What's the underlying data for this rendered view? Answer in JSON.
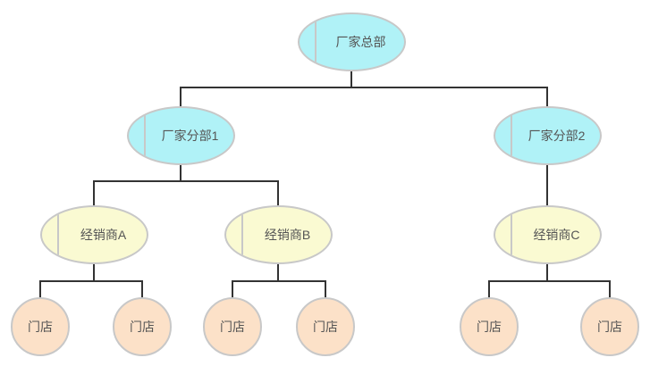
{
  "diagram": {
    "type": "org-tree",
    "colors": {
      "background": "#ffffff",
      "node_border": "#c8c8c8",
      "divider": "#c8c8c8",
      "connector": "#333333",
      "text": "#555555",
      "headquarters_fill": "#b0f2f7",
      "dealer_fill": "#fafad2",
      "store_fill": "#fce1c8"
    },
    "nodes": [
      {
        "id": "hq",
        "label": "厂家总部",
        "type": "headquarters",
        "shape": "ellipse",
        "fill": "#b0f2f7"
      },
      {
        "id": "branch1",
        "label": "厂家分部1",
        "type": "branch",
        "shape": "ellipse",
        "fill": "#b0f2f7"
      },
      {
        "id": "branch2",
        "label": "厂家分部2",
        "type": "branch",
        "shape": "ellipse",
        "fill": "#b0f2f7"
      },
      {
        "id": "dealerA",
        "label": "经销商A",
        "type": "dealer",
        "shape": "ellipse",
        "fill": "#fafad2"
      },
      {
        "id": "dealerB",
        "label": "经销商B",
        "type": "dealer",
        "shape": "ellipse",
        "fill": "#fafad2"
      },
      {
        "id": "dealerC",
        "label": "经销商C",
        "type": "dealer",
        "shape": "ellipse",
        "fill": "#fafad2"
      },
      {
        "id": "store1",
        "label": "门店",
        "type": "store",
        "shape": "circle",
        "fill": "#fce1c8"
      },
      {
        "id": "store2",
        "label": "门店",
        "type": "store",
        "shape": "circle",
        "fill": "#fce1c8"
      },
      {
        "id": "store3",
        "label": "门店",
        "type": "store",
        "shape": "circle",
        "fill": "#fce1c8"
      },
      {
        "id": "store4",
        "label": "门店",
        "type": "store",
        "shape": "circle",
        "fill": "#fce1c8"
      },
      {
        "id": "store5",
        "label": "门店",
        "type": "store",
        "shape": "circle",
        "fill": "#fce1c8"
      },
      {
        "id": "store6",
        "label": "门店",
        "type": "store",
        "shape": "circle",
        "fill": "#fce1c8"
      }
    ],
    "edges": [
      {
        "from": "hq",
        "to": "branch1"
      },
      {
        "from": "hq",
        "to": "branch2"
      },
      {
        "from": "branch1",
        "to": "dealerA"
      },
      {
        "from": "branch1",
        "to": "dealerB"
      },
      {
        "from": "branch2",
        "to": "dealerC"
      },
      {
        "from": "dealerA",
        "to": "store1"
      },
      {
        "from": "dealerA",
        "to": "store2"
      },
      {
        "from": "dealerB",
        "to": "store3"
      },
      {
        "from": "dealerB",
        "to": "store4"
      },
      {
        "from": "dealerC",
        "to": "store5"
      },
      {
        "from": "dealerC",
        "to": "store6"
      }
    ]
  }
}
